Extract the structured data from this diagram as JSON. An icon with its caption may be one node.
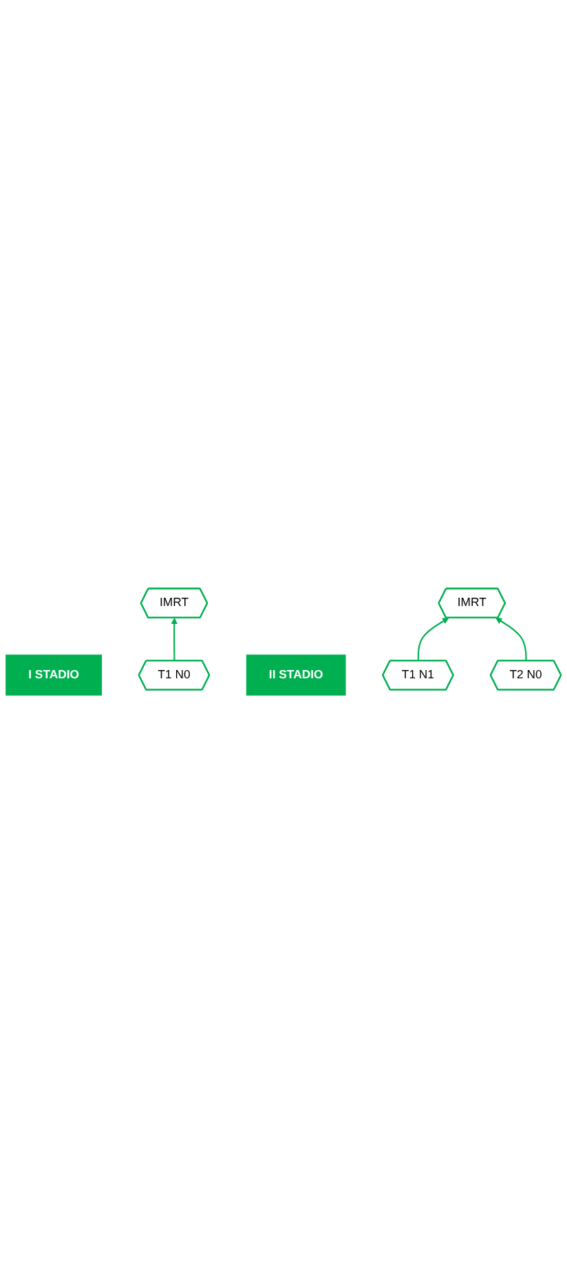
{
  "diagram": {
    "nodes": [
      {
        "text": [
          "I STADIO"
        ]
      },
      {
        "text": [
          "T1 N0"
        ]
      },
      {
        "text": [
          "IMRT"
        ]
      },
      {
        "text": [
          "II STADIO"
        ]
      },
      {
        "text": [
          "T1 N1"
        ]
      },
      {
        "text": [
          "T2 N0"
        ]
      },
      {
        "text": [
          "IMRT"
        ]
      }
    ],
    "edges": [
      {
        "from": 1,
        "to": 2,
        "arrow": "to"
      },
      {
        "from": 4,
        "to": 6,
        "arrow": "to"
      },
      {
        "from": 5,
        "to": 6,
        "arrow": "to"
      }
    ]
  }
}
